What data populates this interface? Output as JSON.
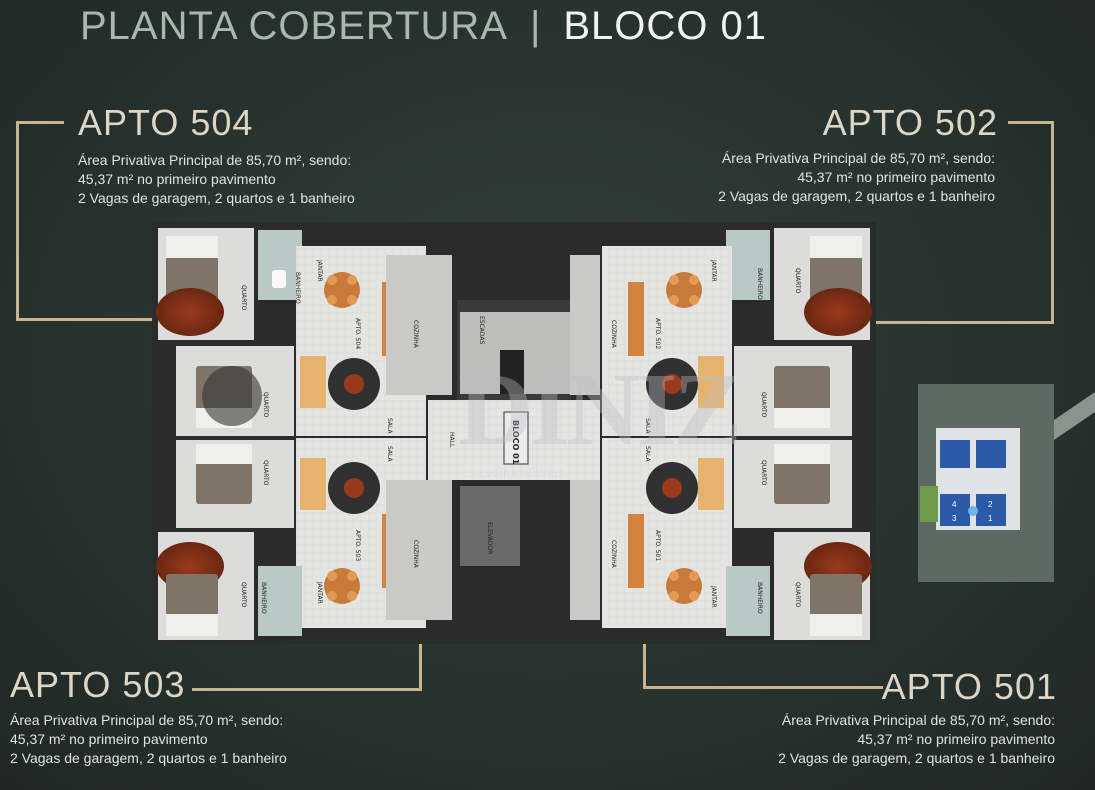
{
  "header": {
    "title_part1": "PLANTA COBERTURA",
    "separator": "|",
    "title_part2": "BLOCO 01"
  },
  "apartments": [
    {
      "name": "APTO 504",
      "line1": "Área Privativa Principal de 85,70 m², sendo:",
      "line2": "45,37 m² no primeiro pavimento",
      "line3": "2 Vagas de garagem, 2 quartos e 1 banheiro"
    },
    {
      "name": "APTO 502",
      "line1": "Área Privativa Principal de 85,70 m², sendo:",
      "line2": "45,37 m² no primeiro pavimento",
      "line3": "2 Vagas de garagem, 2 quartos e 1 banheiro"
    },
    {
      "name": "APTO 503",
      "line1": "Área Privativa Principal de 85,70 m², sendo:",
      "line2": "45,37 m² no primeiro pavimento",
      "line3": "2 Vagas de garagem, 2 quartos e 1 banheiro"
    },
    {
      "name": "APTO 501",
      "line1": "Área Privativa Principal de 85,70 m², sendo:",
      "line2": "45,37 m² no primeiro pavimento",
      "line3": "2 Vagas de garagem, 2 quartos e 1 banheiro"
    }
  ],
  "plan_labels": {
    "bloco": "BLOCO 01",
    "hall": "HALL",
    "elevador": "ELEVADOR",
    "escadas": "ESCADAS",
    "quarto": "QUARTO",
    "banheiro": "BANHEIRO",
    "sala": "SALA",
    "cozinha": "COZINHA",
    "jantar": "JANTAR",
    "apto_504": "APTO. 504",
    "apto_503": "APTO. 503",
    "apto_502": "APTO. 502",
    "apto_501": "APTO. 501"
  },
  "watermark": {
    "logo": "DINIZ",
    "subtitle": "SILVEIRA IMÓVEIS"
  },
  "site_map": {
    "units": [
      "4",
      "3",
      "1",
      "2"
    ],
    "colors": {
      "unit": "#2c5aa8",
      "highlight": "#3c6dc4",
      "accent": "#6db4e8"
    }
  },
  "colors": {
    "accent_line": "#c8b48f",
    "background": "#27312d"
  }
}
